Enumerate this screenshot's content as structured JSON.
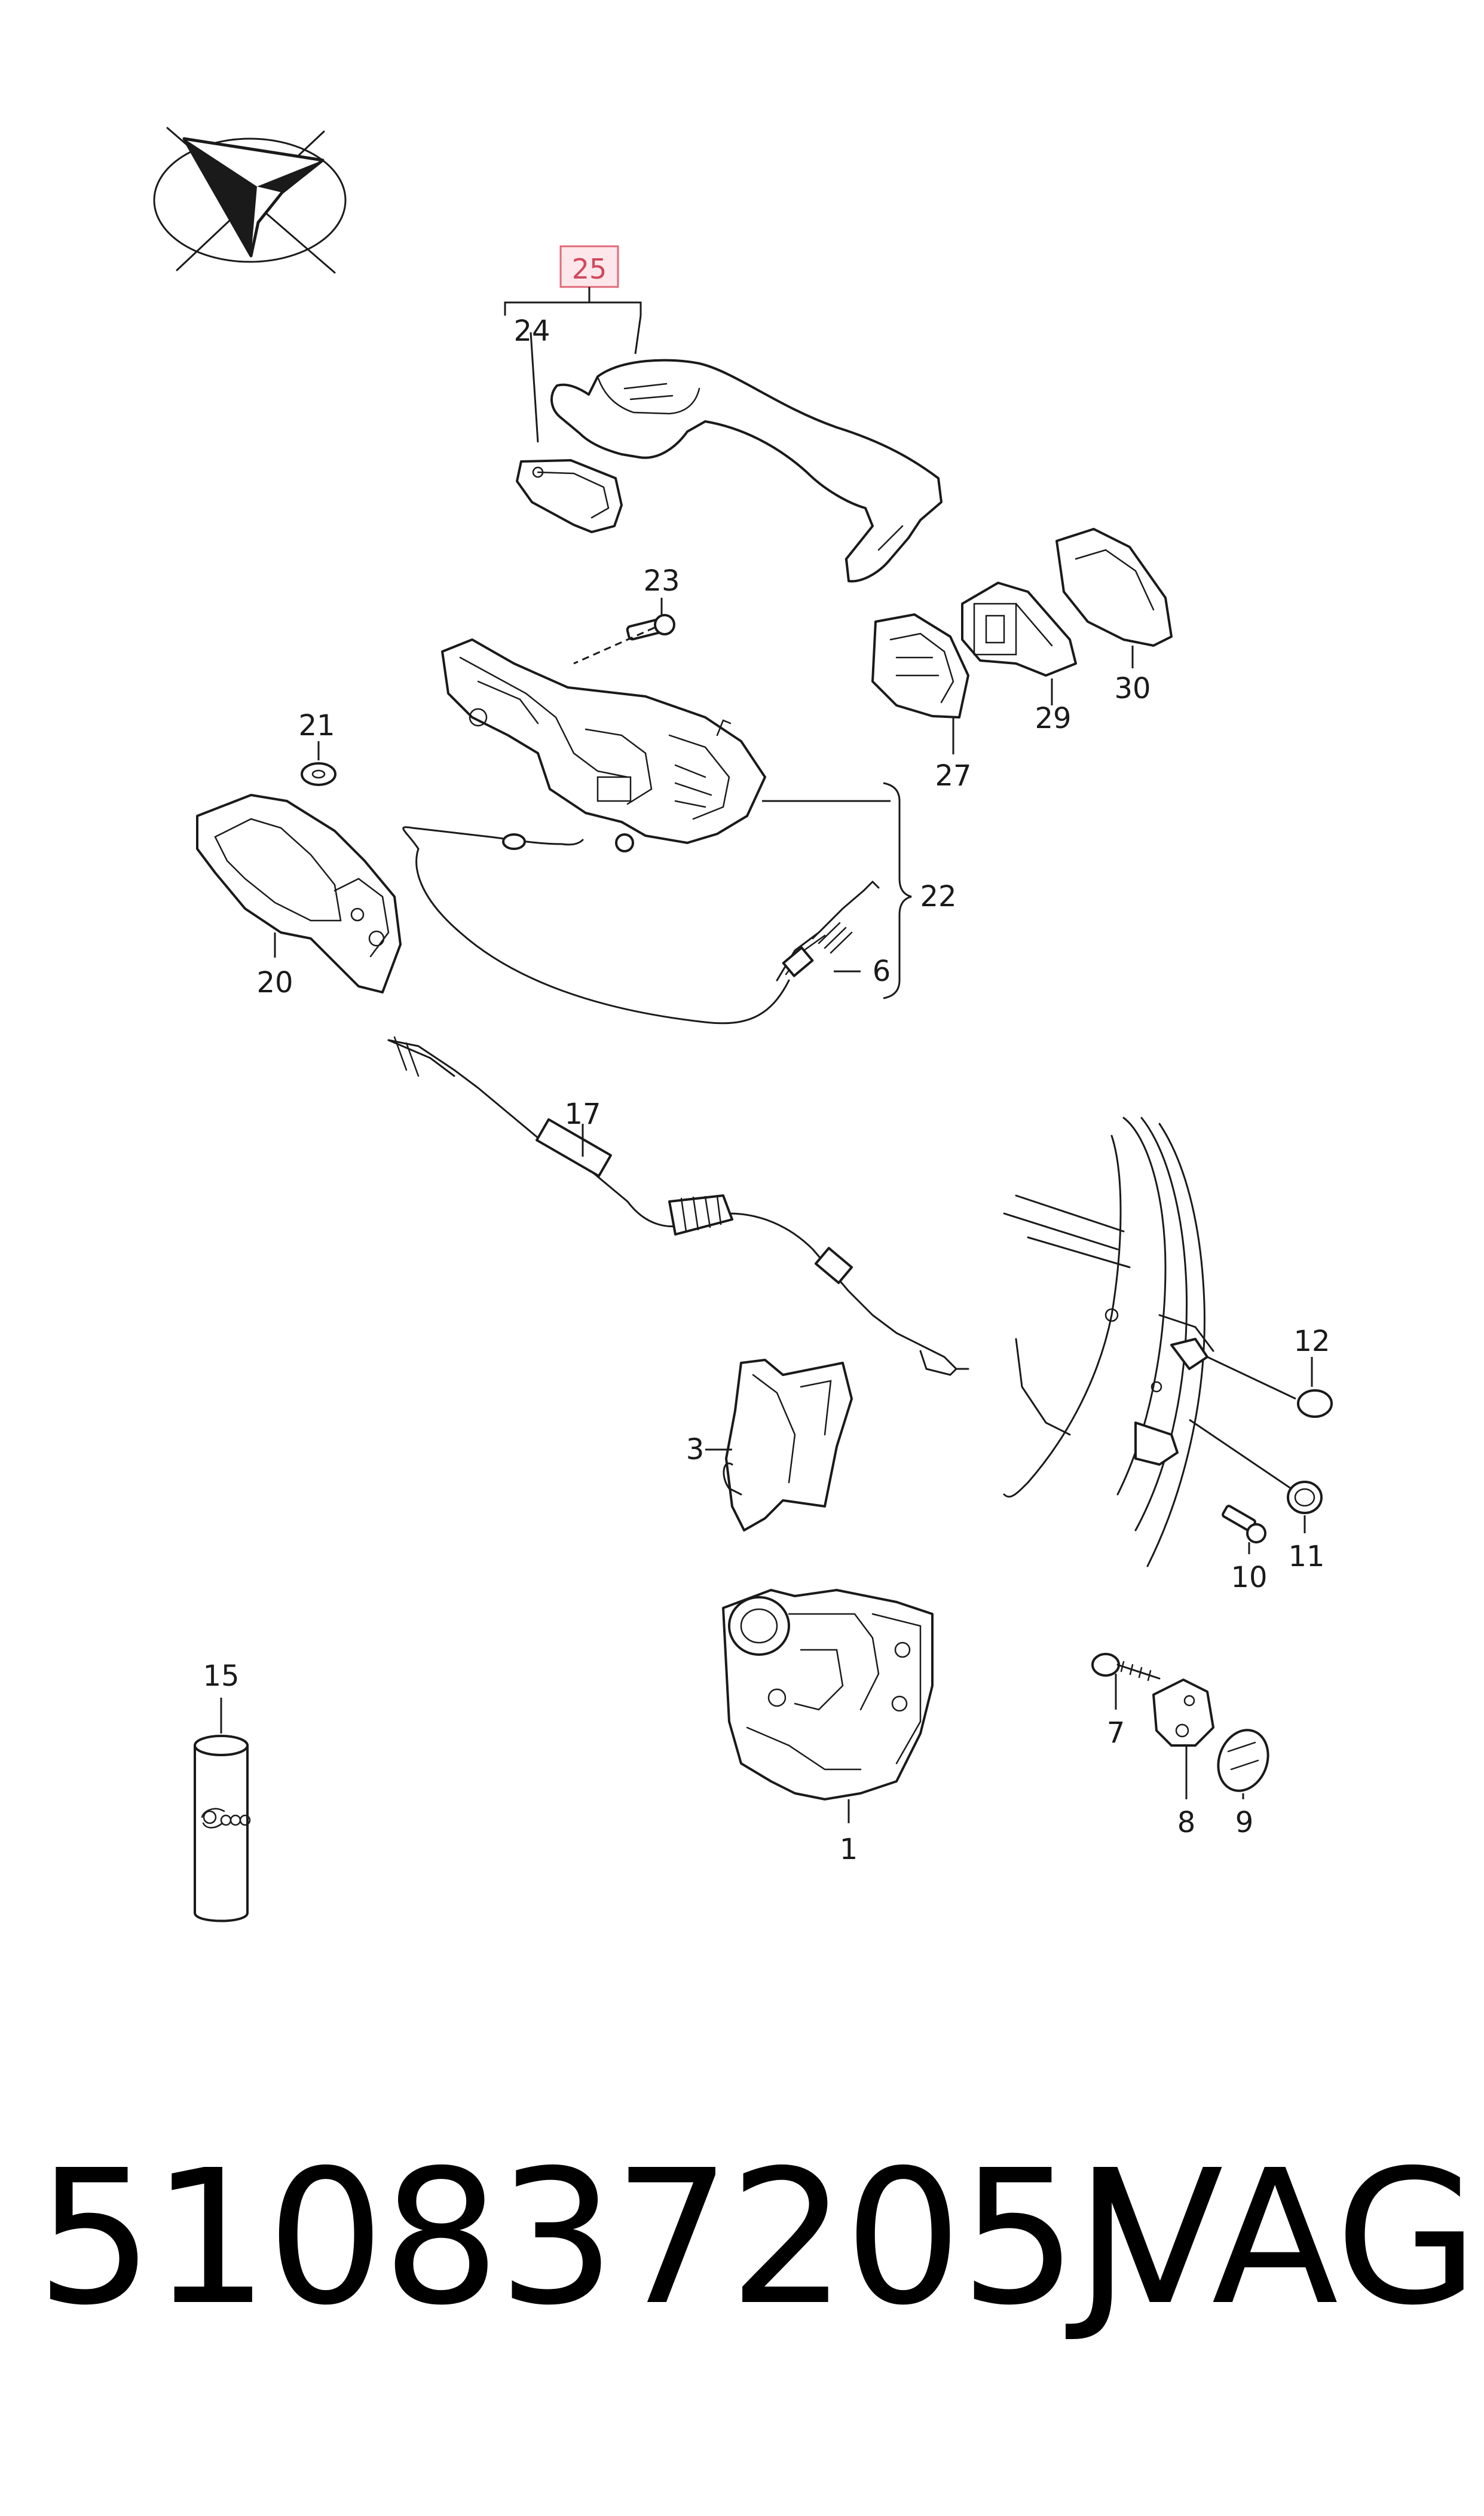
{
  "callouts": {
    "c1": "1",
    "c3": "3",
    "c6": "6",
    "c7": "7",
    "c8": "8",
    "c9": "9",
    "c10": "10",
    "c11": "11",
    "c12": "12",
    "c15": "15",
    "c17": "17",
    "c20": "20",
    "c21": "21",
    "c22": "22",
    "c23": "23",
    "c24": "24",
    "c25": "25",
    "c27": "27",
    "c29": "29",
    "c30": "30"
  },
  "footer": {
    "part_number": "510837205J",
    "brand": "VAG"
  },
  "colors": {
    "highlight_fill": "#fde7ea",
    "highlight_stroke": "#e06a7a",
    "line": "#1a1a1a"
  },
  "icons": {
    "orientation": "direction-arrow-icon"
  }
}
